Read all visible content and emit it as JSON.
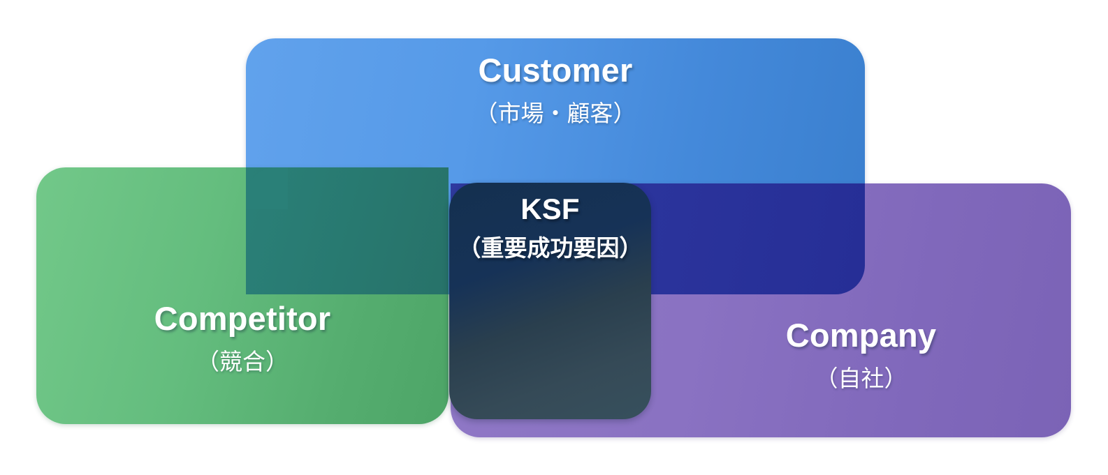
{
  "diagram": {
    "kind": "3c-analysis-venn",
    "background_color": "#ffffff",
    "regions": [
      {
        "key": "customer",
        "title": "Customer",
        "subtitle": "（市場・顧客）",
        "color": "#4f93e2",
        "gradient_from": "#61a2ec",
        "gradient_to": "#3a7fce"
      },
      {
        "key": "competitor",
        "title": "Competitor",
        "subtitle": "（競合）",
        "color": "#5cb576",
        "gradient_from": "#72c889",
        "gradient_to": "#4da567"
      },
      {
        "key": "company",
        "title": "Company",
        "subtitle": "（自社）",
        "color": "#866ebe",
        "gradient_from": "#8f78c6",
        "gradient_to": "#7b63b6"
      },
      {
        "key": "ksf",
        "title": "KSF",
        "subtitle": "（重要成功要因）",
        "color": "#1c3a55",
        "gradient_from": "#14304f",
        "gradient_to": "#37505d"
      }
    ],
    "overlap_colors": {
      "customer_competitor": "#28786f",
      "customer_company": "#2b349c",
      "competitor_company": "#39505c",
      "all_three": "#2e4350"
    },
    "text_color": "#ffffff"
  }
}
